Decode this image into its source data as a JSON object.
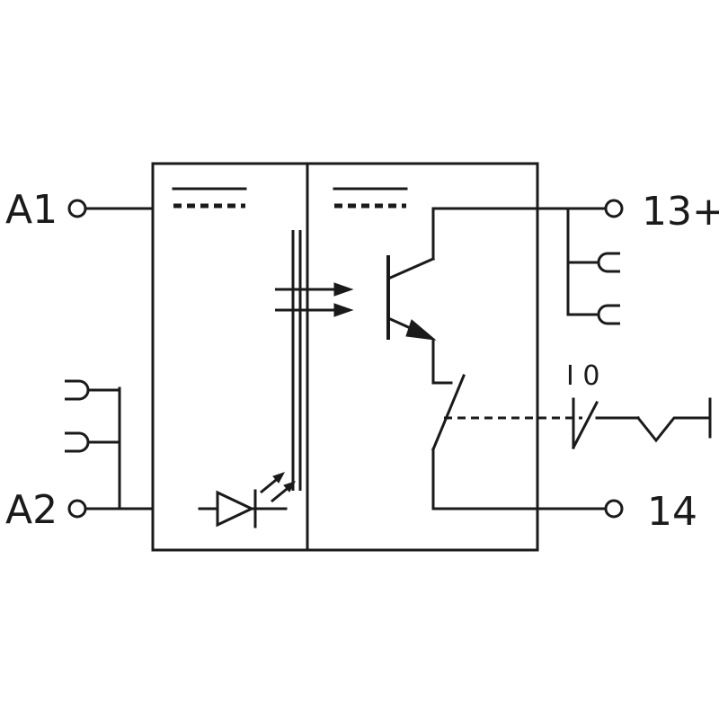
{
  "terminals": {
    "a1": "A1",
    "a2": "A2",
    "t13": "13+",
    "t14": "14"
  },
  "switch_label": "I 0"
}
